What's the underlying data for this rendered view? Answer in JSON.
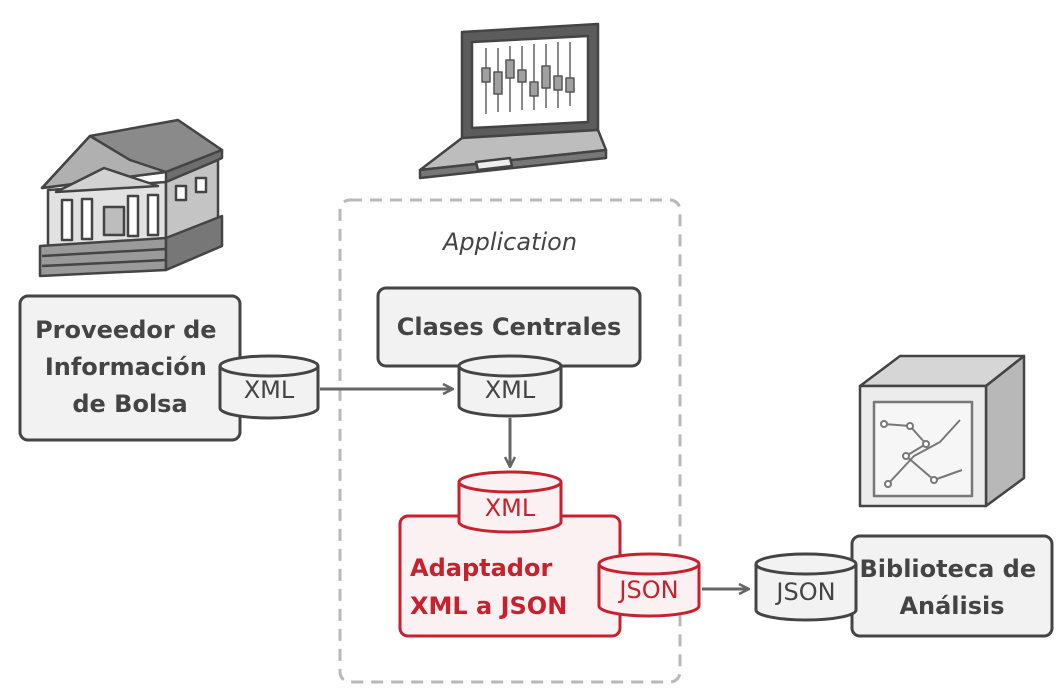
{
  "application_label": "Application",
  "nodes": {
    "provider": {
      "line1": "Proveedor de",
      "line2": "Información",
      "line3": "de Bolsa"
    },
    "core": {
      "label": "Clases Centrales"
    },
    "adapter": {
      "line1": "Adaptador",
      "line2": "XML a JSON"
    },
    "library": {
      "line1": "Biblioteca de",
      "line2": "Análisis"
    }
  },
  "cylinders": {
    "provider_out": "XML",
    "core_out": "XML",
    "adapter_in": "XML",
    "adapter_out": "JSON",
    "library_in": "JSON"
  },
  "colors": {
    "stroke": "#444444",
    "box_fill": "#f2f2f2",
    "accent": "#c8202d",
    "accent_fill": "#fbf1f2",
    "arrow": "#666666",
    "dashed": "#b8b8b8"
  },
  "icons": [
    "bank-building-icon",
    "laptop-chart-icon",
    "analytics-box-icon"
  ]
}
